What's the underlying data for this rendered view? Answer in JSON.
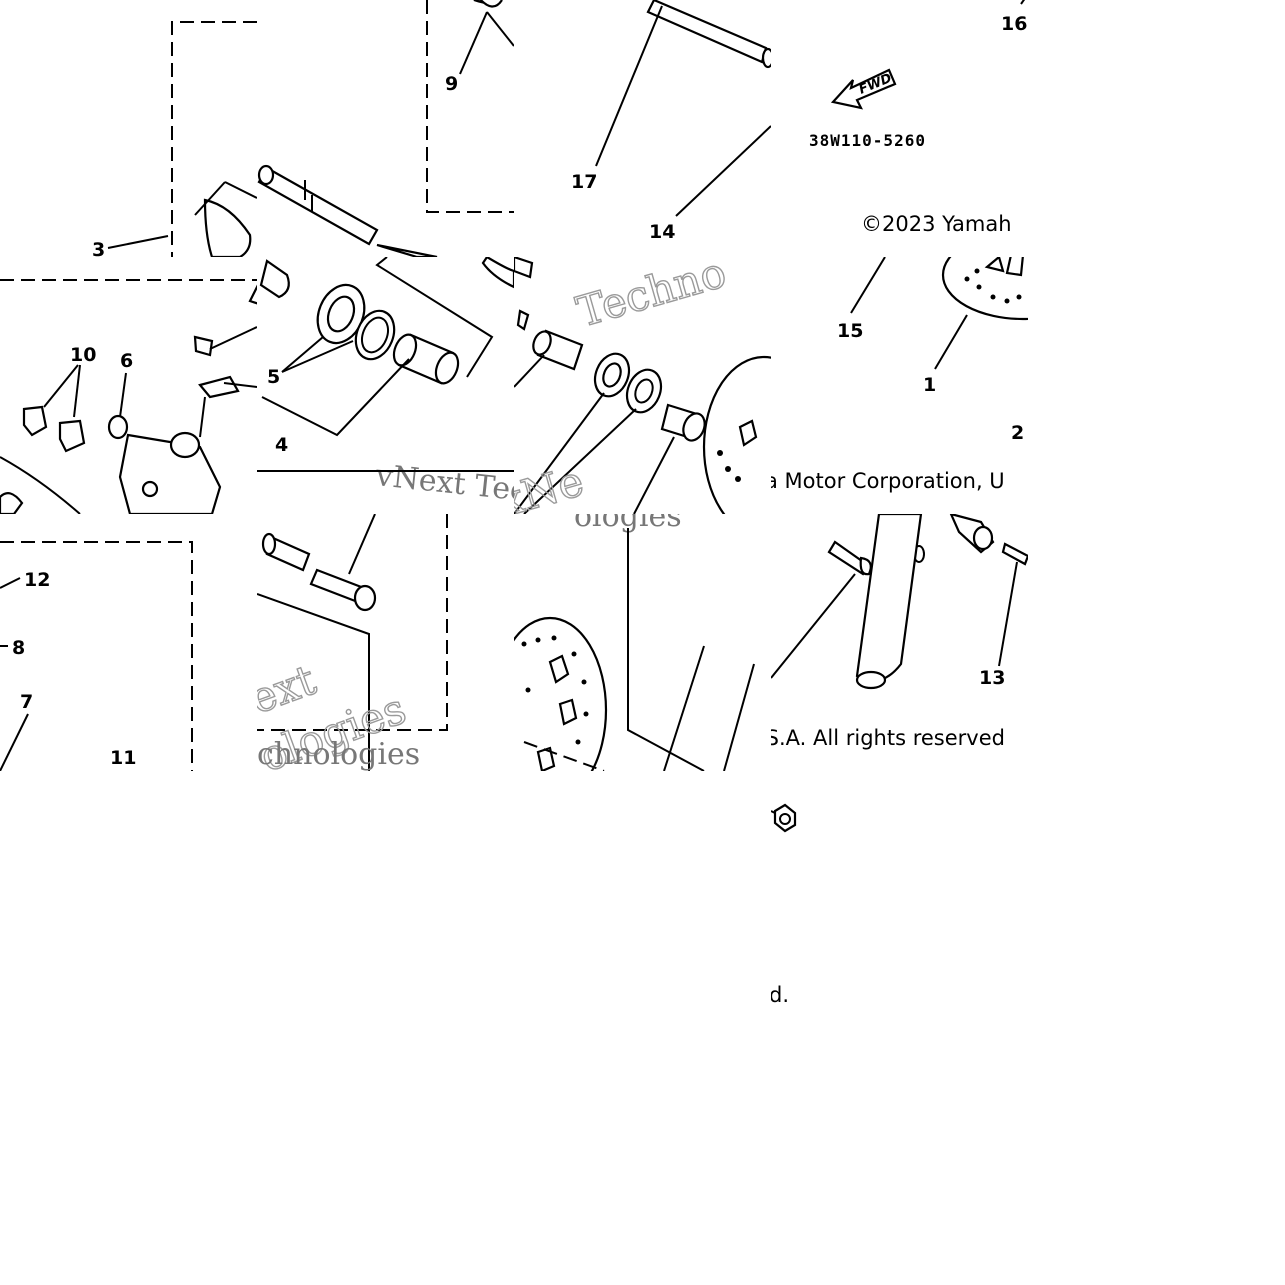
{
  "diagram": {
    "callouts": [
      "1",
      "2",
      "3",
      "4",
      "5",
      "6",
      "7",
      "8",
      "9",
      "10",
      "11",
      "12",
      "13",
      "14",
      "15",
      "16",
      "17"
    ],
    "part_code": "38W110-5260",
    "direction_label": "FWD",
    "copyright_fragments": [
      "©2023 Yamah",
      "a Motor Corporation, U",
      ".S.A. All rights reserved",
      "d."
    ],
    "watermark_fragments": [
      "Techno",
      "vNext Tec",
      "xNe",
      "ologies",
      "ext",
      "chnologies",
      "ologies"
    ]
  }
}
